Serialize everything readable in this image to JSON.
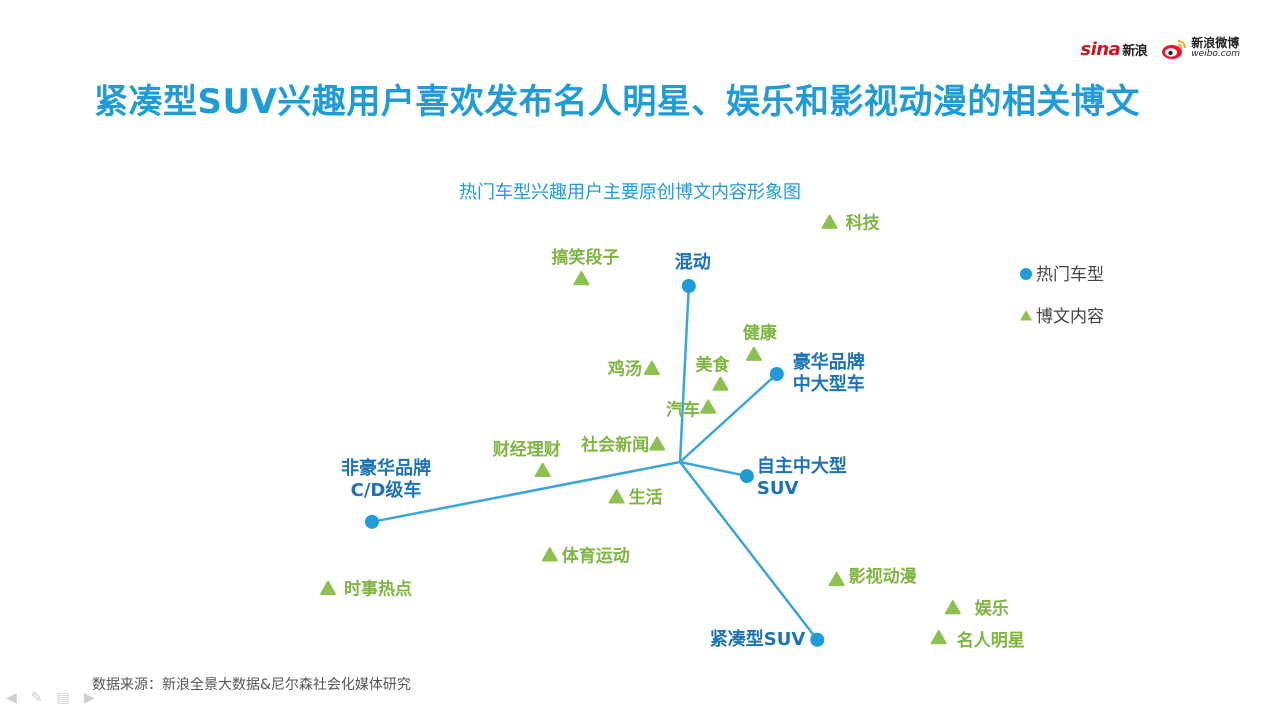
{
  "header": {
    "title": "紧凑型SUV兴趣用户喜欢发布名人明星、娱乐和影视动漫的相关博文",
    "logo_sina": "sina",
    "logo_sina_cn": "新浪",
    "logo_weibo_cn": "新浪微博",
    "logo_weibo_url": "weibo.com"
  },
  "footer": {
    "source": "数据来源：新浪全景大数据&尼尔森社会化媒体研究"
  },
  "colors": {
    "title": "#1f9bd7",
    "car_point": "#1f9bd7",
    "car_label": "#1a73b5",
    "content_point": "#8cc152",
    "content_label": "#7db540",
    "line": "#3aa5dd"
  },
  "chart_data": {
    "type": "scatter",
    "title": "热门车型兴趣用户主要原创博文内容形象图",
    "legend": [
      {
        "name": "热门车型",
        "marker": "circle"
      },
      {
        "name": "博文内容",
        "marker": "triangle"
      }
    ],
    "legend_position": "right",
    "origin": [
      0,
      0
    ],
    "series": [
      {
        "name": "热门车型",
        "marker": "circle",
        "points": [
          {
            "label": [
              "混动"
            ],
            "x": 0.05,
            "y": 1.0
          },
          {
            "label": [
              "豪华品牌",
              "中大型车"
            ],
            "x": 0.55,
            "y": 0.5
          },
          {
            "label": [
              "自主中大型",
              "SUV"
            ],
            "x": 0.38,
            "y": -0.08
          },
          {
            "label": [
              "非豪华品牌",
              "C/D级车"
            ],
            "x": -1.75,
            "y": -0.34
          },
          {
            "label": [
              "紧凑型SUV"
            ],
            "x": 0.78,
            "y": -1.01
          }
        ]
      },
      {
        "name": "博文内容",
        "marker": "triangle",
        "points": [
          {
            "label": "科技",
            "x": 0.85,
            "y": 1.36
          },
          {
            "label": "搞笑段子",
            "x": -0.56,
            "y": 1.04
          },
          {
            "label": "健康",
            "x": 0.42,
            "y": 0.61
          },
          {
            "label": "鸡汤",
            "x": -0.16,
            "y": 0.53
          },
          {
            "label": "美食",
            "x": 0.23,
            "y": 0.44
          },
          {
            "label": "汽车",
            "x": 0.16,
            "y": 0.31
          },
          {
            "label": "社会新闻",
            "x": -0.13,
            "y": 0.1
          },
          {
            "label": "财经理财",
            "x": -0.78,
            "y": -0.05
          },
          {
            "label": "生活",
            "x": -0.36,
            "y": -0.2
          },
          {
            "label": "体育运动",
            "x": -0.74,
            "y": -0.53
          },
          {
            "label": "时事热点",
            "x": -2.0,
            "y": -0.72
          },
          {
            "label": "影视动漫",
            "x": 0.89,
            "y": -0.67
          },
          {
            "label": "娱乐",
            "x": 1.55,
            "y": -0.83
          },
          {
            "label": "名人明星",
            "x": 1.47,
            "y": -1.0
          }
        ]
      }
    ]
  }
}
